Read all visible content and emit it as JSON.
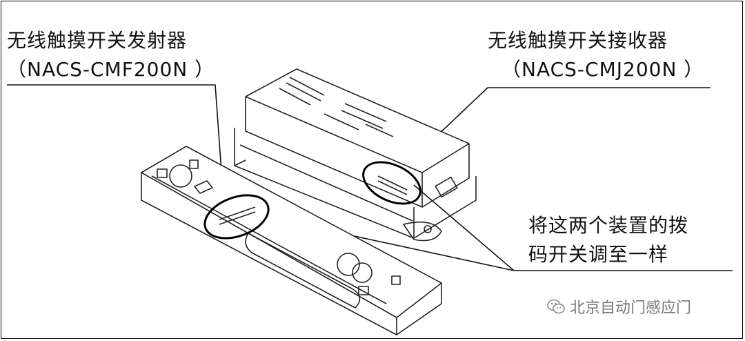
{
  "transmitter": {
    "name": "无线触摸开关发射器",
    "model": "（NACS-CMF200N ）"
  },
  "receiver": {
    "name": "无线触摸开关接收器",
    "model": "（NACS-CMJ200N ）"
  },
  "note": {
    "line1": "将这两个装置的拨",
    "line2": "码开关调至一样"
  },
  "watermark": {
    "icon": "wechat-icon",
    "text": "北京自动门感应门"
  }
}
